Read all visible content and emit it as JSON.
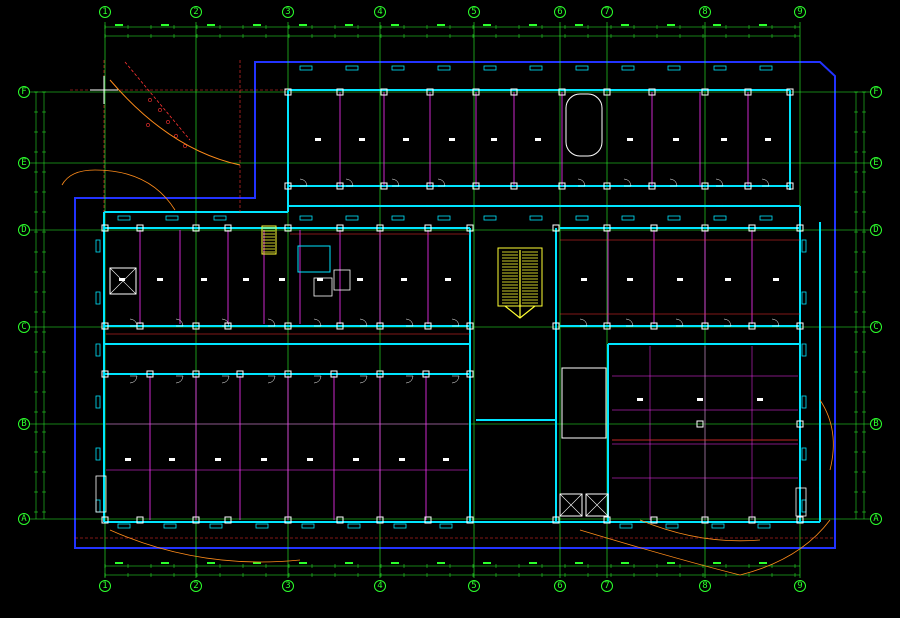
{
  "drawing": {
    "columns": [
      "1",
      "2",
      "3",
      "4",
      "5",
      "6",
      "7",
      "8",
      "9"
    ],
    "rows": [
      "F",
      "E",
      "D",
      "C",
      "B",
      "A"
    ],
    "colors": {
      "background": "#000000",
      "grid": "#2cff2c",
      "wall": "#00e5ff",
      "partition": "#ff33ff",
      "window": "#00e5ff",
      "column": "#ffffff",
      "stair": "#ffff33",
      "red": "#ff3333",
      "orange": "#ff8c1a",
      "blue": "#2233ff",
      "white": "#ffffff"
    }
  }
}
